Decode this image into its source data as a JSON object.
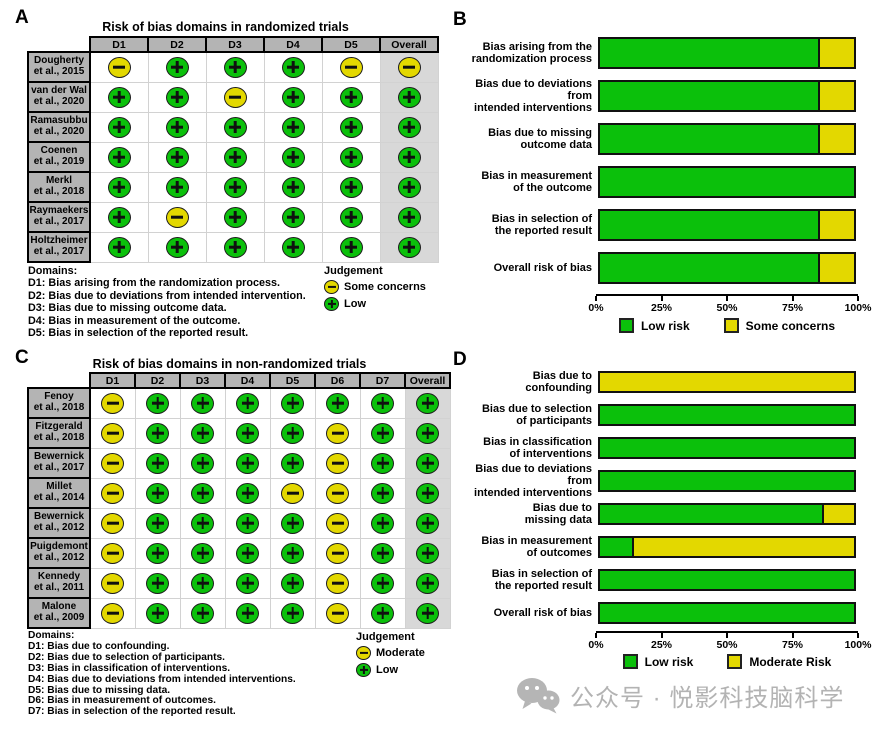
{
  "colors": {
    "low": "#0bc00b",
    "concern": "#e3d800",
    "icon_border": "#1c1c1c",
    "bar_border": "#111111",
    "header_gray": "#b4b4b4",
    "overall_gray": "#d8d8d8",
    "watermark_gray": "#b3b3b3"
  },
  "panels": {
    "A": {
      "letter": "A",
      "domains_heading": "Domains:",
      "domains": [
        "D1: Bias arising from the randomization process.",
        "D2: Bias due to deviations from intended intervention.",
        "D3: Bias due to missing outcome data.",
        "D4: Bias in measurement of the outcome.",
        "D5: Bias in selection of the reported result."
      ],
      "judgement_heading": "Judgement"
    },
    "B": {
      "letter": "B"
    },
    "C": {
      "letter": "C",
      "domains_heading": "Domains:",
      "domains": [
        "D1: Bias due to confounding.",
        "D2: Bias due to selection of participants.",
        "D3: Bias in classification of interventions.",
        "D4: Bias due to deviations from intended interventions.",
        "D5: Bias due to missing data.",
        "D6: Bias in measurement of outcomes.",
        "D7: Bias in selection of the reported result."
      ],
      "judgement_heading": "Judgement"
    },
    "D": {
      "letter": "D"
    }
  },
  "chart_data": [
    {
      "id": "A",
      "type": "table",
      "title": "Risk of bias domains in randomized trials",
      "columns": [
        "D1",
        "D2",
        "D3",
        "D4",
        "D5",
        "Overall"
      ],
      "rows": [
        {
          "study": "Dougherty",
          "etal": "et al., 2015",
          "judgements": [
            "concern",
            "low",
            "low",
            "low",
            "concern",
            "concern"
          ]
        },
        {
          "study": "van der Wal",
          "etal": "et al., 2020",
          "judgements": [
            "low",
            "low",
            "concern",
            "low",
            "low",
            "low"
          ]
        },
        {
          "study": "Ramasubbu",
          "etal": "et al., 2020",
          "judgements": [
            "low",
            "low",
            "low",
            "low",
            "low",
            "low"
          ]
        },
        {
          "study": "Coenen",
          "etal": "et al., 2019",
          "judgements": [
            "low",
            "low",
            "low",
            "low",
            "low",
            "low"
          ]
        },
        {
          "study": "Merkl",
          "etal": "et al., 2018",
          "judgements": [
            "low",
            "low",
            "low",
            "low",
            "low",
            "low"
          ]
        },
        {
          "study": "Raymaekers",
          "etal": "et al., 2017",
          "judgements": [
            "low",
            "concern",
            "low",
            "low",
            "low",
            "low"
          ]
        },
        {
          "study": "Holtzheimer",
          "etal": "et al., 2017",
          "judgements": [
            "low",
            "low",
            "low",
            "low",
            "low",
            "low"
          ]
        }
      ],
      "legend": [
        {
          "key": "concern",
          "label": "Some concerns"
        },
        {
          "key": "low",
          "label": "Low"
        }
      ]
    },
    {
      "id": "B",
      "type": "bar",
      "orientation": "horizontal",
      "stacked": true,
      "categories": [
        {
          "label": "Bias arising from the randomization process",
          "lines": [
            "Bias arising from the",
            "randomization process"
          ]
        },
        {
          "label": "Bias due to deviations from intended interventions",
          "lines": [
            "Bias due to deviations from",
            "intended interventions"
          ]
        },
        {
          "label": "Bias due to missing outcome data",
          "lines": [
            "Bias due to missing",
            "outcome data"
          ]
        },
        {
          "label": "Bias in measurement of the outcome",
          "lines": [
            "Bias in measurement",
            "of the outcome"
          ]
        },
        {
          "label": "Bias in selection of the reported result",
          "lines": [
            "Bias in selection of",
            "the reported result"
          ]
        },
        {
          "label": "Overall risk of bias",
          "lines": [
            "Overall risk of bias"
          ]
        }
      ],
      "series": [
        {
          "name": "Low risk",
          "color_key": "low",
          "values": [
            85.7,
            85.7,
            85.7,
            100,
            85.7,
            85.7
          ]
        },
        {
          "name": "Some concerns",
          "color_key": "concern",
          "values": [
            14.3,
            14.3,
            14.3,
            0,
            14.3,
            14.3
          ]
        }
      ],
      "xlim": [
        0,
        100
      ],
      "x_ticks": [
        "0%",
        "25%",
        "50%",
        "75%",
        "100%"
      ],
      "tick_positions": [
        0,
        25,
        50,
        75,
        100
      ],
      "legend": [
        {
          "key": "low",
          "label": "Low risk"
        },
        {
          "key": "concern",
          "label": "Some concerns"
        }
      ]
    },
    {
      "id": "C",
      "type": "table",
      "title": "Risk of bias domains in non-randomized trials",
      "columns": [
        "D1",
        "D2",
        "D3",
        "D4",
        "D5",
        "D6",
        "D7",
        "Overall"
      ],
      "rows": [
        {
          "study": "Fenoy",
          "etal": "et al., 2018",
          "judgements": [
            "concern",
            "low",
            "low",
            "low",
            "low",
            "low",
            "low",
            "low"
          ]
        },
        {
          "study": "Fitzgerald",
          "etal": "et al., 2018",
          "judgements": [
            "concern",
            "low",
            "low",
            "low",
            "low",
            "concern",
            "low",
            "low"
          ]
        },
        {
          "study": "Bewernick",
          "etal": "et al., 2017",
          "judgements": [
            "concern",
            "low",
            "low",
            "low",
            "low",
            "concern",
            "low",
            "low"
          ]
        },
        {
          "study": "Millet",
          "etal": "et al., 2014",
          "judgements": [
            "concern",
            "low",
            "low",
            "low",
            "concern",
            "concern",
            "low",
            "low"
          ]
        },
        {
          "study": "Bewernick",
          "etal": "et al., 2012",
          "judgements": [
            "concern",
            "low",
            "low",
            "low",
            "low",
            "concern",
            "low",
            "low"
          ]
        },
        {
          "study": "Puigdemont",
          "etal": "et al., 2012",
          "judgements": [
            "concern",
            "low",
            "low",
            "low",
            "low",
            "concern",
            "low",
            "low"
          ]
        },
        {
          "study": "Kennedy",
          "etal": "et al., 2011",
          "judgements": [
            "concern",
            "low",
            "low",
            "low",
            "low",
            "concern",
            "low",
            "low"
          ]
        },
        {
          "study": "Malone",
          "etal": "et al., 2009",
          "judgements": [
            "concern",
            "low",
            "low",
            "low",
            "low",
            "concern",
            "low",
            "low"
          ]
        }
      ],
      "legend": [
        {
          "key": "concern",
          "label": "Moderate"
        },
        {
          "key": "low",
          "label": "Low"
        }
      ]
    },
    {
      "id": "D",
      "type": "bar",
      "orientation": "horizontal",
      "stacked": true,
      "categories": [
        {
          "label": "Bias due to confounding",
          "lines": [
            "Bias due to",
            "confounding"
          ]
        },
        {
          "label": "Bias due to selection of participants",
          "lines": [
            "Bias due to selection",
            "of participants"
          ]
        },
        {
          "label": "Bias in classification of interventions",
          "lines": [
            "Bias in classification",
            "of interventions"
          ]
        },
        {
          "label": "Bias due to deviations from intended interventions",
          "lines": [
            "Bias due to deviations from",
            "intended interventions"
          ]
        },
        {
          "label": "Bias due to missing data",
          "lines": [
            "Bias due to",
            "missing data"
          ]
        },
        {
          "label": "Bias in measurement of outcomes",
          "lines": [
            "Bias in measurement",
            "of outcomes"
          ]
        },
        {
          "label": "Bias in selection of the reported result",
          "lines": [
            "Bias in selection of",
            "the reported result"
          ]
        },
        {
          "label": "Overall risk of bias",
          "lines": [
            "Overall risk of bias"
          ]
        }
      ],
      "series": [
        {
          "name": "Low risk",
          "color_key": "low",
          "values": [
            0,
            100,
            100,
            100,
            87.5,
            12.5,
            100,
            100
          ]
        },
        {
          "name": "Moderate Risk",
          "color_key": "concern",
          "values": [
            100,
            0,
            0,
            0,
            12.5,
            87.5,
            0,
            0
          ]
        }
      ],
      "xlim": [
        0,
        100
      ],
      "x_ticks": [
        "0%",
        "25%",
        "50%",
        "75%",
        "100%"
      ],
      "tick_positions": [
        0,
        25,
        50,
        75,
        100
      ],
      "legend": [
        {
          "key": "low",
          "label": "Low risk"
        },
        {
          "key": "concern",
          "label": "Moderate Risk"
        }
      ]
    }
  ],
  "watermark": {
    "icon": "wechat-icon",
    "text": "公众号 · 悦影科技脑科学"
  }
}
